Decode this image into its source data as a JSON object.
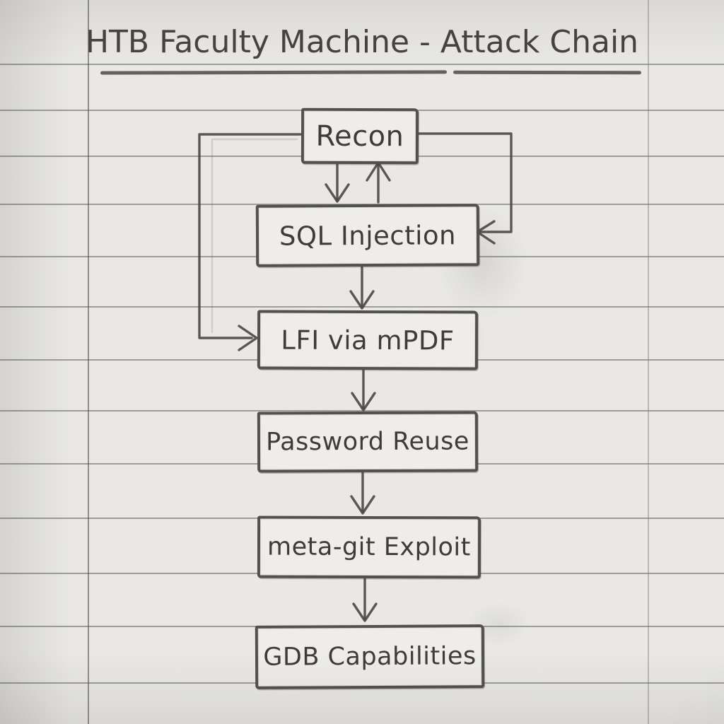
{
  "page": {
    "title": "HTB Faculty Machine - Attack Chain"
  },
  "diagram": {
    "type": "flowchart",
    "style": "hand-drawn pencil on ruled notebook paper",
    "nodes": [
      {
        "id": "recon",
        "label": "Recon"
      },
      {
        "id": "sql-injection",
        "label": "SQL Injection"
      },
      {
        "id": "lfi-mpdf",
        "label": "LFI via mPDF"
      },
      {
        "id": "password-reuse",
        "label": "Password Reuse"
      },
      {
        "id": "meta-git-exploit",
        "label": "meta-git Exploit"
      },
      {
        "id": "gdb-capabilities",
        "label": "GDB Capabilities"
      }
    ],
    "edges": [
      {
        "from": "recon",
        "to": "sql-injection",
        "route": "straight-down"
      },
      {
        "from": "sql-injection",
        "to": "recon",
        "route": "straight-up"
      },
      {
        "from": "recon",
        "to": "sql-injection",
        "route": "right-side-loop"
      },
      {
        "from": "recon",
        "to": "lfi-mpdf",
        "route": "left-side-loop"
      },
      {
        "from": "sql-injection",
        "to": "lfi-mpdf",
        "route": "straight-down"
      },
      {
        "from": "lfi-mpdf",
        "to": "password-reuse",
        "route": "straight-down"
      },
      {
        "from": "password-reuse",
        "to": "meta-git-exploit",
        "route": "straight-down"
      },
      {
        "from": "meta-git-exploit",
        "to": "gdb-capabilities",
        "route": "straight-down"
      }
    ],
    "colors": {
      "paper": "#e9e8e5",
      "pencil": "#4a4743",
      "ruled_line": "#8c8b89"
    }
  }
}
